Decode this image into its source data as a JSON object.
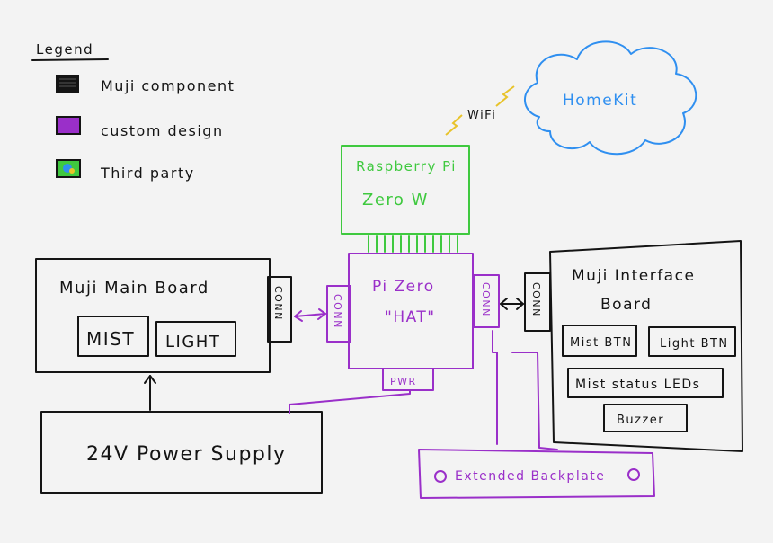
{
  "legend": {
    "title": "Legend",
    "items": [
      {
        "label": "Muji component",
        "color": "#141414"
      },
      {
        "label": "custom design",
        "color": "#9a2fc9"
      },
      {
        "label": "Third party",
        "color": "#3fc93f"
      }
    ]
  },
  "cloud": {
    "label": "HomeKit",
    "color": "#2f8ff0"
  },
  "wifi": {
    "label": "WiFi"
  },
  "rpi": {
    "line1": "Raspberry Pi",
    "line2": "Zero W",
    "color": "#3fc93f"
  },
  "hat": {
    "line1": "Pi Zero",
    "line2": "\"HAT\"",
    "conn_left": "CONN",
    "conn_right": "CONN",
    "pwr": "PWR"
  },
  "main_board": {
    "title": "Muji Main Board",
    "mist": "MIST",
    "light": "LIGHT",
    "conn": "CONN"
  },
  "interface_board": {
    "title_line1": "Muji Interface",
    "title_line2": "Board",
    "conn": "CONN",
    "mist_btn": "Mist BTN",
    "light_btn": "Light BTN",
    "status_leds": "Mist status LEDs",
    "buzzer": "Buzzer"
  },
  "power_supply": {
    "label": "24V Power Supply"
  },
  "backplate": {
    "label": "Extended Backplate"
  }
}
